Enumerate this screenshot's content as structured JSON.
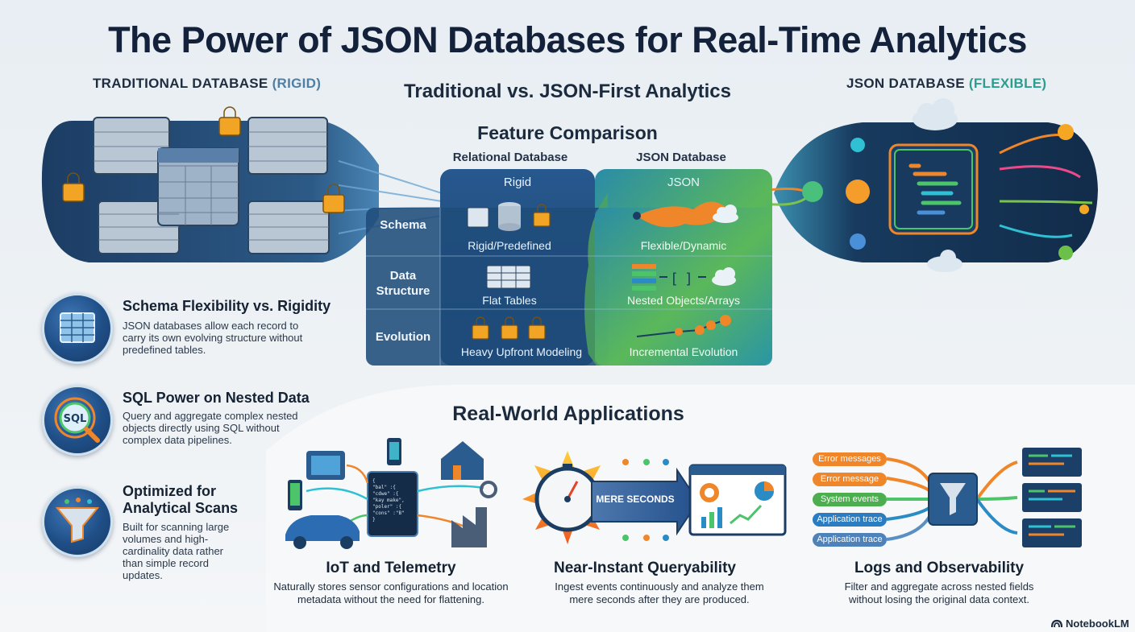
{
  "title": "The Power of JSON Databases for Real-Time Analytics",
  "left_panel": {
    "heading_main": "TRADITIONAL DATABASE",
    "heading_accent": "(RIGID)"
  },
  "right_panel": {
    "heading_main": "JSON DATABASE",
    "heading_accent": "(FLEXIBLE)"
  },
  "comparison": {
    "heading": "Traditional vs. JSON-First Analytics",
    "subheading": "Feature Comparison",
    "columns": {
      "relational": {
        "header": "Relational Database",
        "tag": "Rigid"
      },
      "json": {
        "header": "JSON Database",
        "tag": "JSON"
      }
    },
    "rows": [
      {
        "label": "Schema",
        "relational": "Rigid/Predefined",
        "json": "Flexible/Dynamic"
      },
      {
        "label": "Data Structure",
        "relational": "Flat Tables",
        "json": "Nested Objects/Arrays"
      },
      {
        "label": "Evolution",
        "relational": "Heavy Upfront Modeling",
        "json": "Incremental Evolution"
      }
    ]
  },
  "features": [
    {
      "title": "Schema Flexibility vs. Rigidity",
      "desc": "JSON databases allow each record to carry its own evolving structure without predefined tables.",
      "icon": "table-grid-icon"
    },
    {
      "title": "SQL Power on Nested Data",
      "desc": "Query and aggregate complex nested objects directly using SQL without complex data pipelines.",
      "icon": "sql-magnifier-icon",
      "icon_text": "SQL"
    },
    {
      "title": "Optimized for Analytical Scans",
      "desc": "Built for scanning large volumes and high-cardinality data rather than simple record updates.",
      "icon": "funnel-icon"
    }
  ],
  "applications": {
    "heading": "Real-World Applications",
    "items": [
      {
        "title": "IoT and Telemetry",
        "desc": "Naturally stores sensor configurations and location metadata without the need for flattening."
      },
      {
        "title": "Near-Instant Queryability",
        "desc": "Ingest events continuously and analyze them mere seconds after they are produced.",
        "arrow_text": "MERE SECONDS"
      },
      {
        "title": "Logs and Observability",
        "desc": "Filter and aggregate across nested fields without losing the original data context."
      }
    ],
    "log_labels": [
      "Error messages",
      "Error message",
      "System events",
      "Application trace",
      "Application trace"
    ],
    "json_snippet": [
      "{",
      "\"bal\" :{",
      "\"cdwe\" :{",
      "\"kay make\",",
      "\"poler\" :{",
      "\"cons\" :\"B\"",
      "}"
    ]
  },
  "brand": "NotebookLM",
  "colors": {
    "rigid": "#1f4e86",
    "json_green": "#7bc34a",
    "teal": "#2c9d8e",
    "orange": "#f0862a",
    "lock": "#f2a524"
  }
}
